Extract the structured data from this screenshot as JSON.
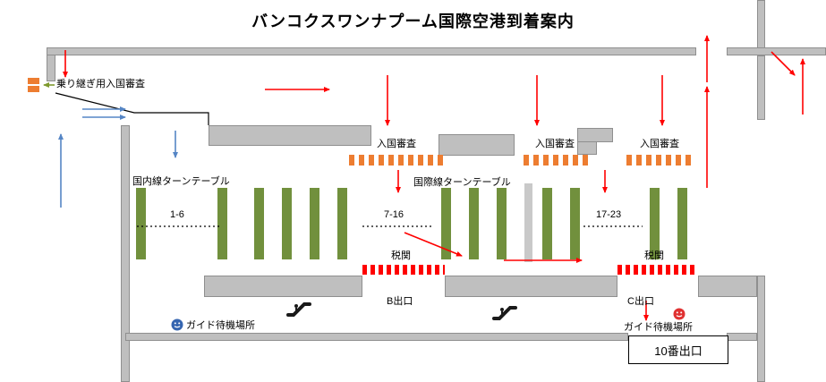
{
  "title": "バンコクスワンナプーム国際空港到着案内",
  "transit": {
    "label": "乗り継ぎ用入国審査"
  },
  "immigration": {
    "labels": [
      "入国審査",
      "入国審査",
      "入国審査"
    ]
  },
  "turntables": {
    "domestic_label": "国内線ターンテーブル",
    "international_label": "国際線ターンテーブル",
    "ranges": [
      "1-6",
      "7-16",
      "17-23"
    ]
  },
  "customs": {
    "labels": [
      "税関",
      "税関"
    ]
  },
  "exits": {
    "exit_b": "B出口",
    "exit_c": "C出口",
    "exit_10": "10番出口"
  },
  "guide": {
    "labels": [
      "ガイド待機場所",
      "ガイド待機場所"
    ]
  },
  "icons": {
    "guide_left": "smiley-face-blue",
    "guide_right": "smiley-face-red",
    "escalator": "escalator-pictogram",
    "transit_arrow": "left-arrow-olive"
  },
  "colors": {
    "wall": "#bfbfbf",
    "wall_border": "#8f8f8f",
    "carousel_green": "#71903d",
    "immigration_orange": "#ed7d31",
    "customs_red": "#ff0000",
    "arrow_red": "#ff0000",
    "arrow_blue": "#5585c5",
    "arrow_olive": "#7f9a2e",
    "pillar_gray": "#c9c9c9"
  }
}
